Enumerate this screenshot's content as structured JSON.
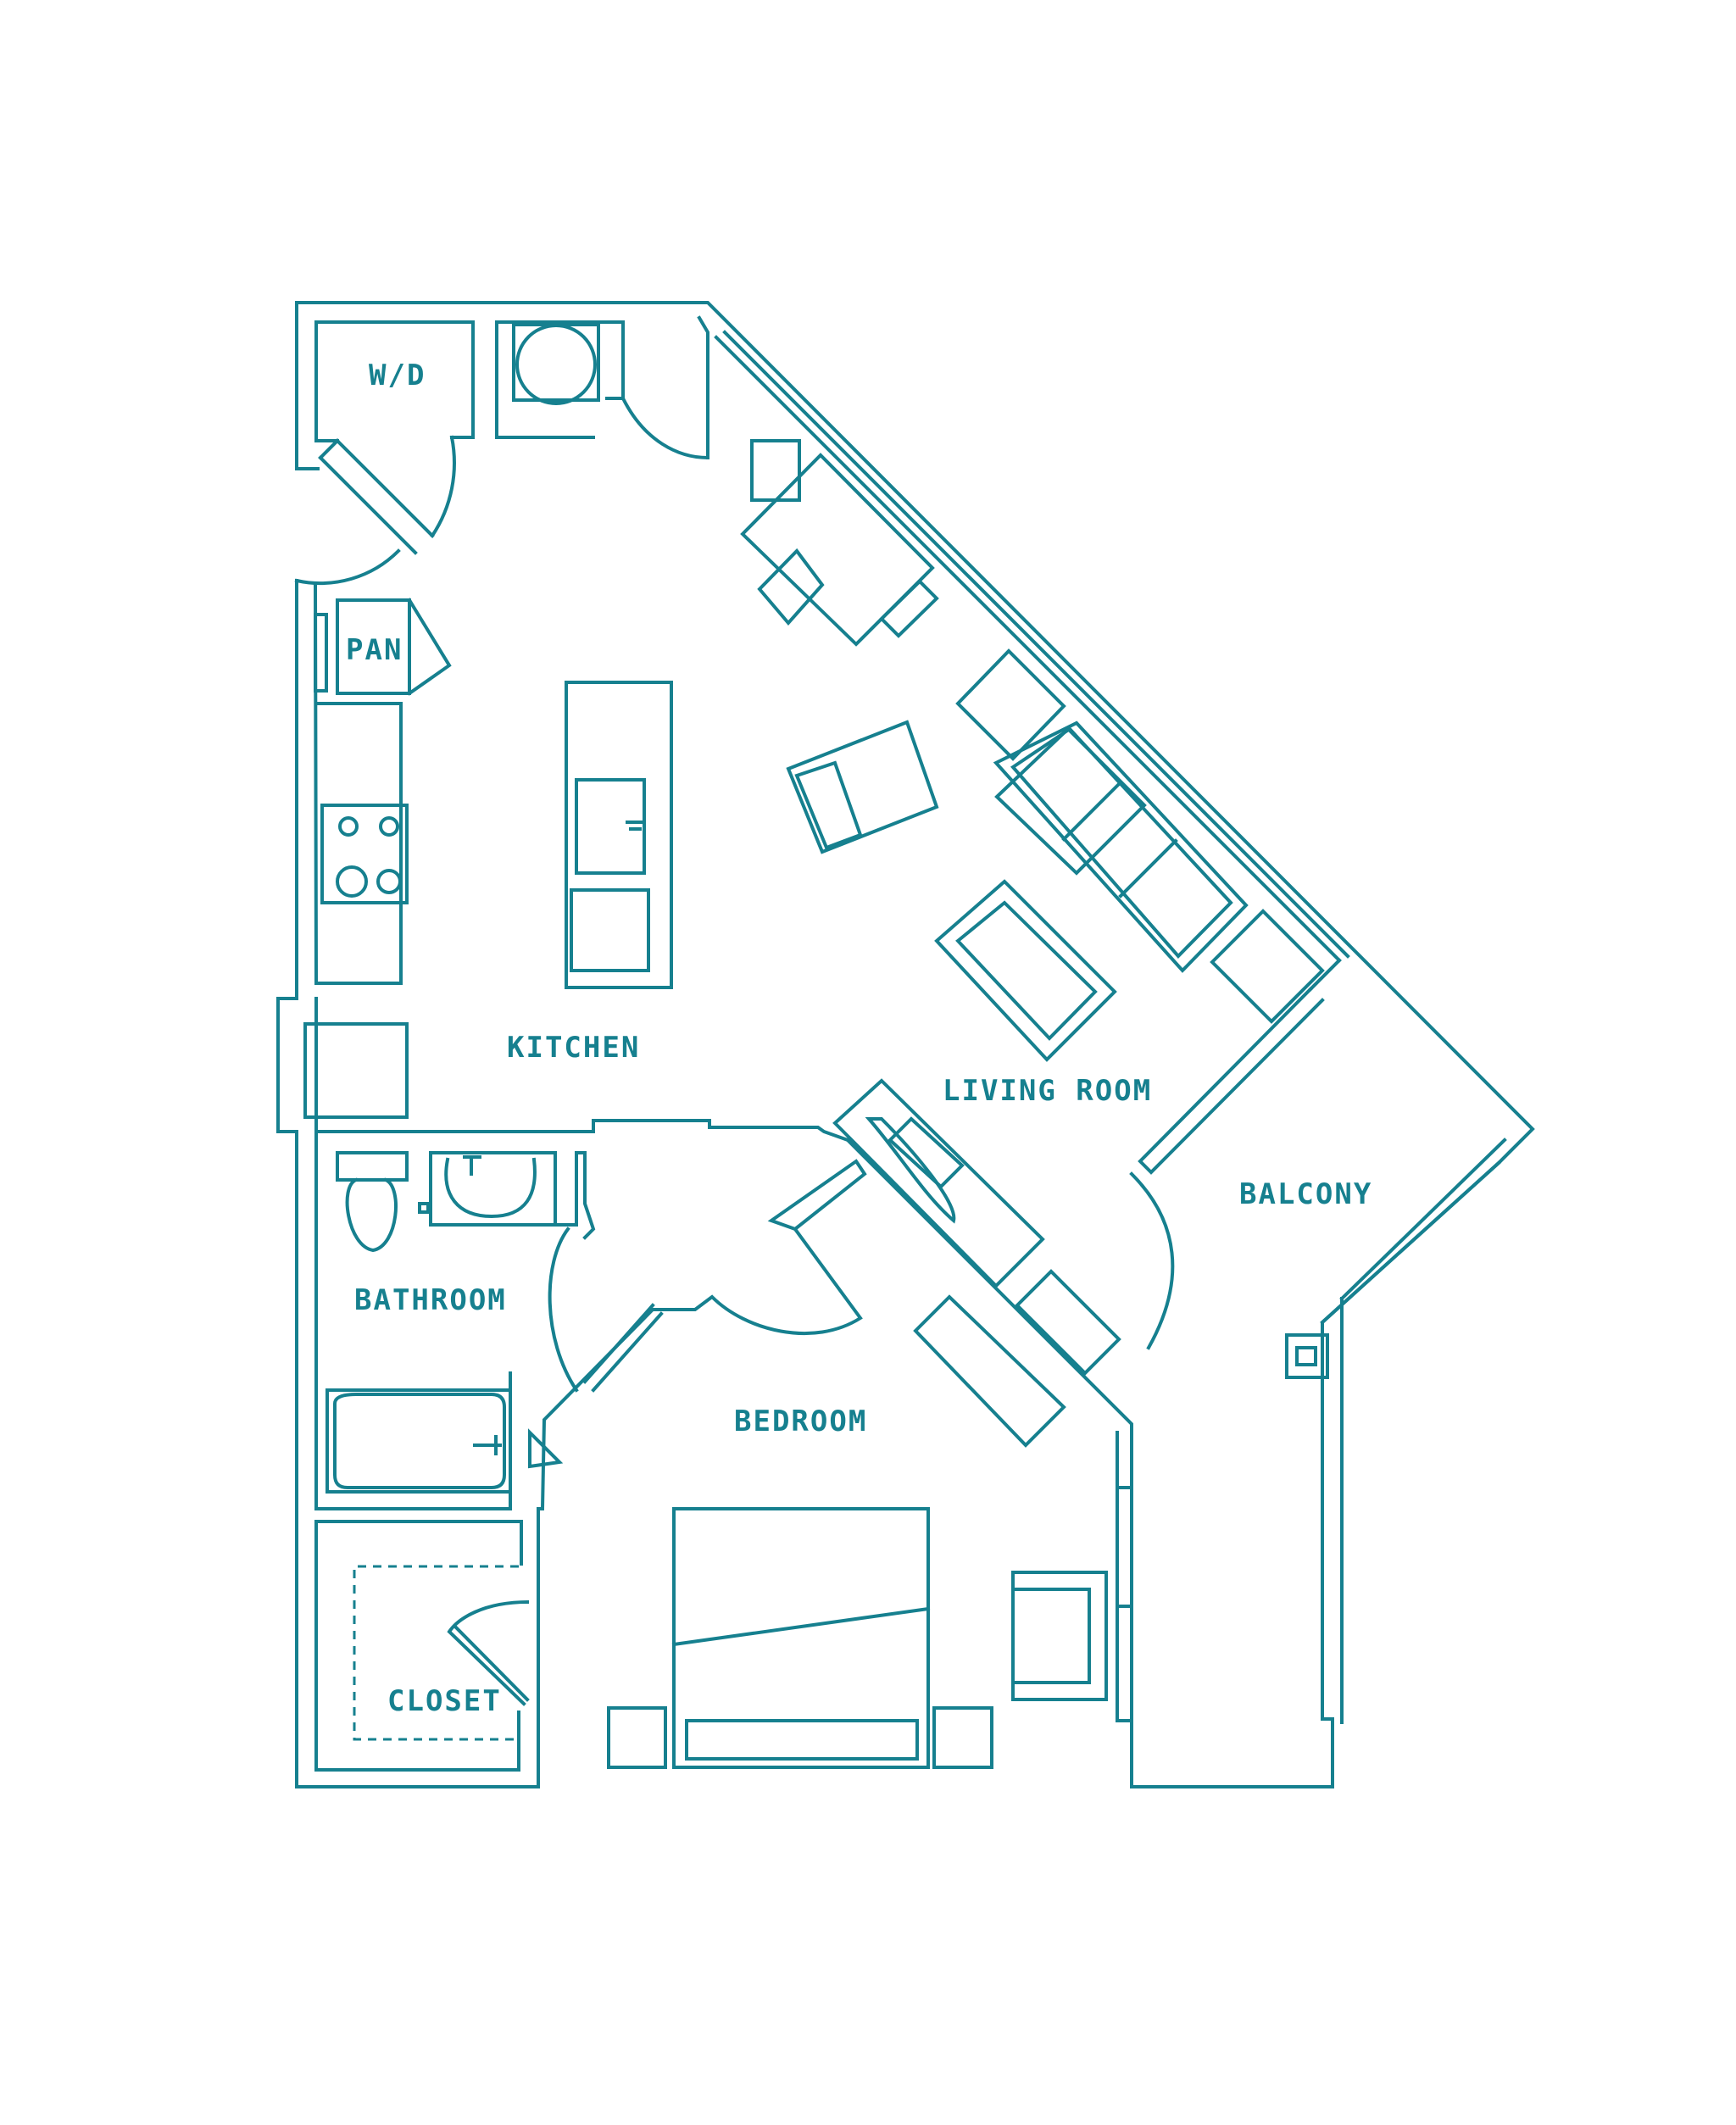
{
  "plan": {
    "line_color": "#16808f",
    "background": "#ffffff",
    "rooms": {
      "wd": "W/D",
      "pantry": "PAN",
      "kitchen": "KITCHEN",
      "living_room": "LIVING ROOM",
      "balcony": "BALCONY",
      "bathroom": "BATHROOM",
      "bedroom": "BEDROOM",
      "closet": "CLOSET"
    }
  }
}
